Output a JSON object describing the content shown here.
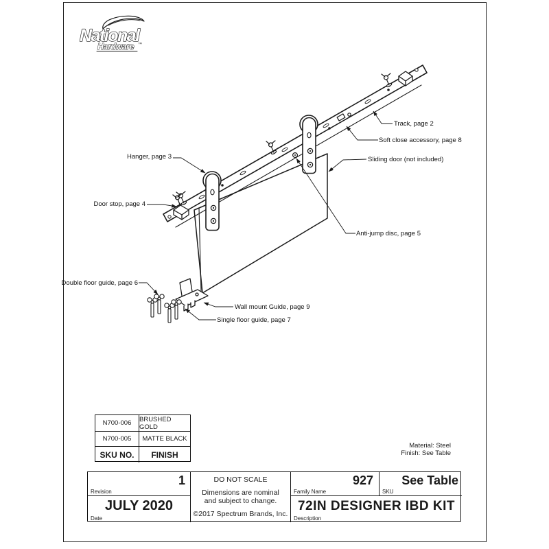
{
  "logo": {
    "name": "National",
    "sub": "Hardware",
    "tm": "™"
  },
  "callouts": [
    {
      "id": "track",
      "label": "Track, page 2"
    },
    {
      "id": "soft-close",
      "label": "Soft close accessory, page 8"
    },
    {
      "id": "hanger",
      "label": "Hanger, page 3"
    },
    {
      "id": "sliding-door",
      "label": "Sliding door (not included)"
    },
    {
      "id": "door-stop",
      "label": "Door stop, page 4"
    },
    {
      "id": "anti-jump-disc",
      "label": "Anti-jump disc, page 5"
    },
    {
      "id": "double-floor-guide",
      "label": "Double floor guide, page 6"
    },
    {
      "id": "wall-mount-guide",
      "label": "Wall mount Guide, page 9"
    },
    {
      "id": "single-floor-guide",
      "label": "Single floor guide, page 7"
    }
  ],
  "finish_table": {
    "rows": [
      [
        "N700-006",
        "BRUSHED GOLD"
      ],
      [
        "N700-005",
        "MATTE BLACK"
      ]
    ],
    "header": [
      "SKU NO.",
      "FINISH"
    ]
  },
  "notes": {
    "material": "Material: Steel",
    "finish": "Finish: See Table"
  },
  "title_block": {
    "revision": {
      "value": "1",
      "label": "Revision"
    },
    "date": {
      "value": "JULY 2020",
      "label": "Date"
    },
    "scale_note": "DO NOT SCALE",
    "disclaimer1": "Dimensions are nominal",
    "disclaimer2": "and subject to change.",
    "copyright": "©2017 Spectrum Brands, Inc.",
    "family": {
      "value": "927",
      "label": "Family Name"
    },
    "sku": {
      "value": "See Table",
      "label": "SKU"
    },
    "description": {
      "value": "72IN DESIGNER IBD KIT",
      "label": "Description"
    }
  },
  "colors": {
    "ink": "#1a1a1a",
    "paper": "#ffffff"
  }
}
